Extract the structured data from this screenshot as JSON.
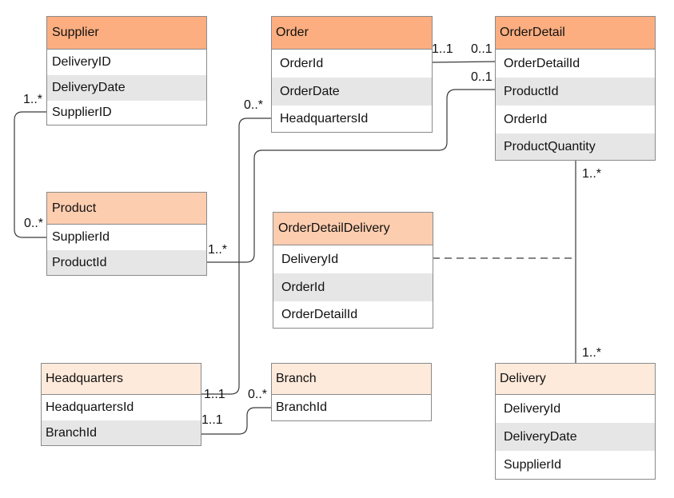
{
  "colors": {
    "header_dark": "#fcae80",
    "header_mid": "#fdcdaf",
    "header_light": "#feeadb",
    "row_shade": "#e6e6e6",
    "border": "#8a8a8a"
  },
  "entities": {
    "supplier": {
      "title": "Supplier",
      "fields": [
        "DeliveryID",
        "DeliveryDate",
        "SupplierID"
      ]
    },
    "order": {
      "title": "Order",
      "fields": [
        "OrderId",
        "OrderDate",
        "HeadquartersId"
      ]
    },
    "orderdetail": {
      "title": "OrderDetail",
      "fields": [
        "OrderDetailId",
        "ProductId",
        "OrderId",
        "ProductQuantity"
      ]
    },
    "product": {
      "title": "Product",
      "fields": [
        "SupplierId",
        "ProductId"
      ]
    },
    "orderdetaildelivery": {
      "title": "OrderDetailDelivery",
      "fields": [
        "DeliveryId",
        "OrderId",
        "OrderDetailId"
      ]
    },
    "headquarters": {
      "title": "Headquarters",
      "fields": [
        "HeadquartersId",
        "BranchId"
      ]
    },
    "branch": {
      "title": "Branch",
      "fields": [
        "BranchId"
      ]
    },
    "delivery": {
      "title": "Delivery",
      "fields": [
        "DeliveryId",
        "DeliveryDate",
        "SupplierId"
      ]
    }
  },
  "cardinalities": {
    "supplier_product_top": "1..*",
    "supplier_product_bottom": "0..*",
    "order_orderdetail_left": "1..1",
    "order_orderdetail_right": "0..1",
    "product_orderdetail_right": "0..1",
    "order_hq_top": "0..*",
    "product_link": "1..*",
    "orderdetail_delivery_top": "1..*",
    "orderdetail_delivery_bottom": "1..*",
    "hq_order_bottom": "1..1",
    "hq_branch_left": "1..1",
    "hq_branch_right": "0..*"
  }
}
